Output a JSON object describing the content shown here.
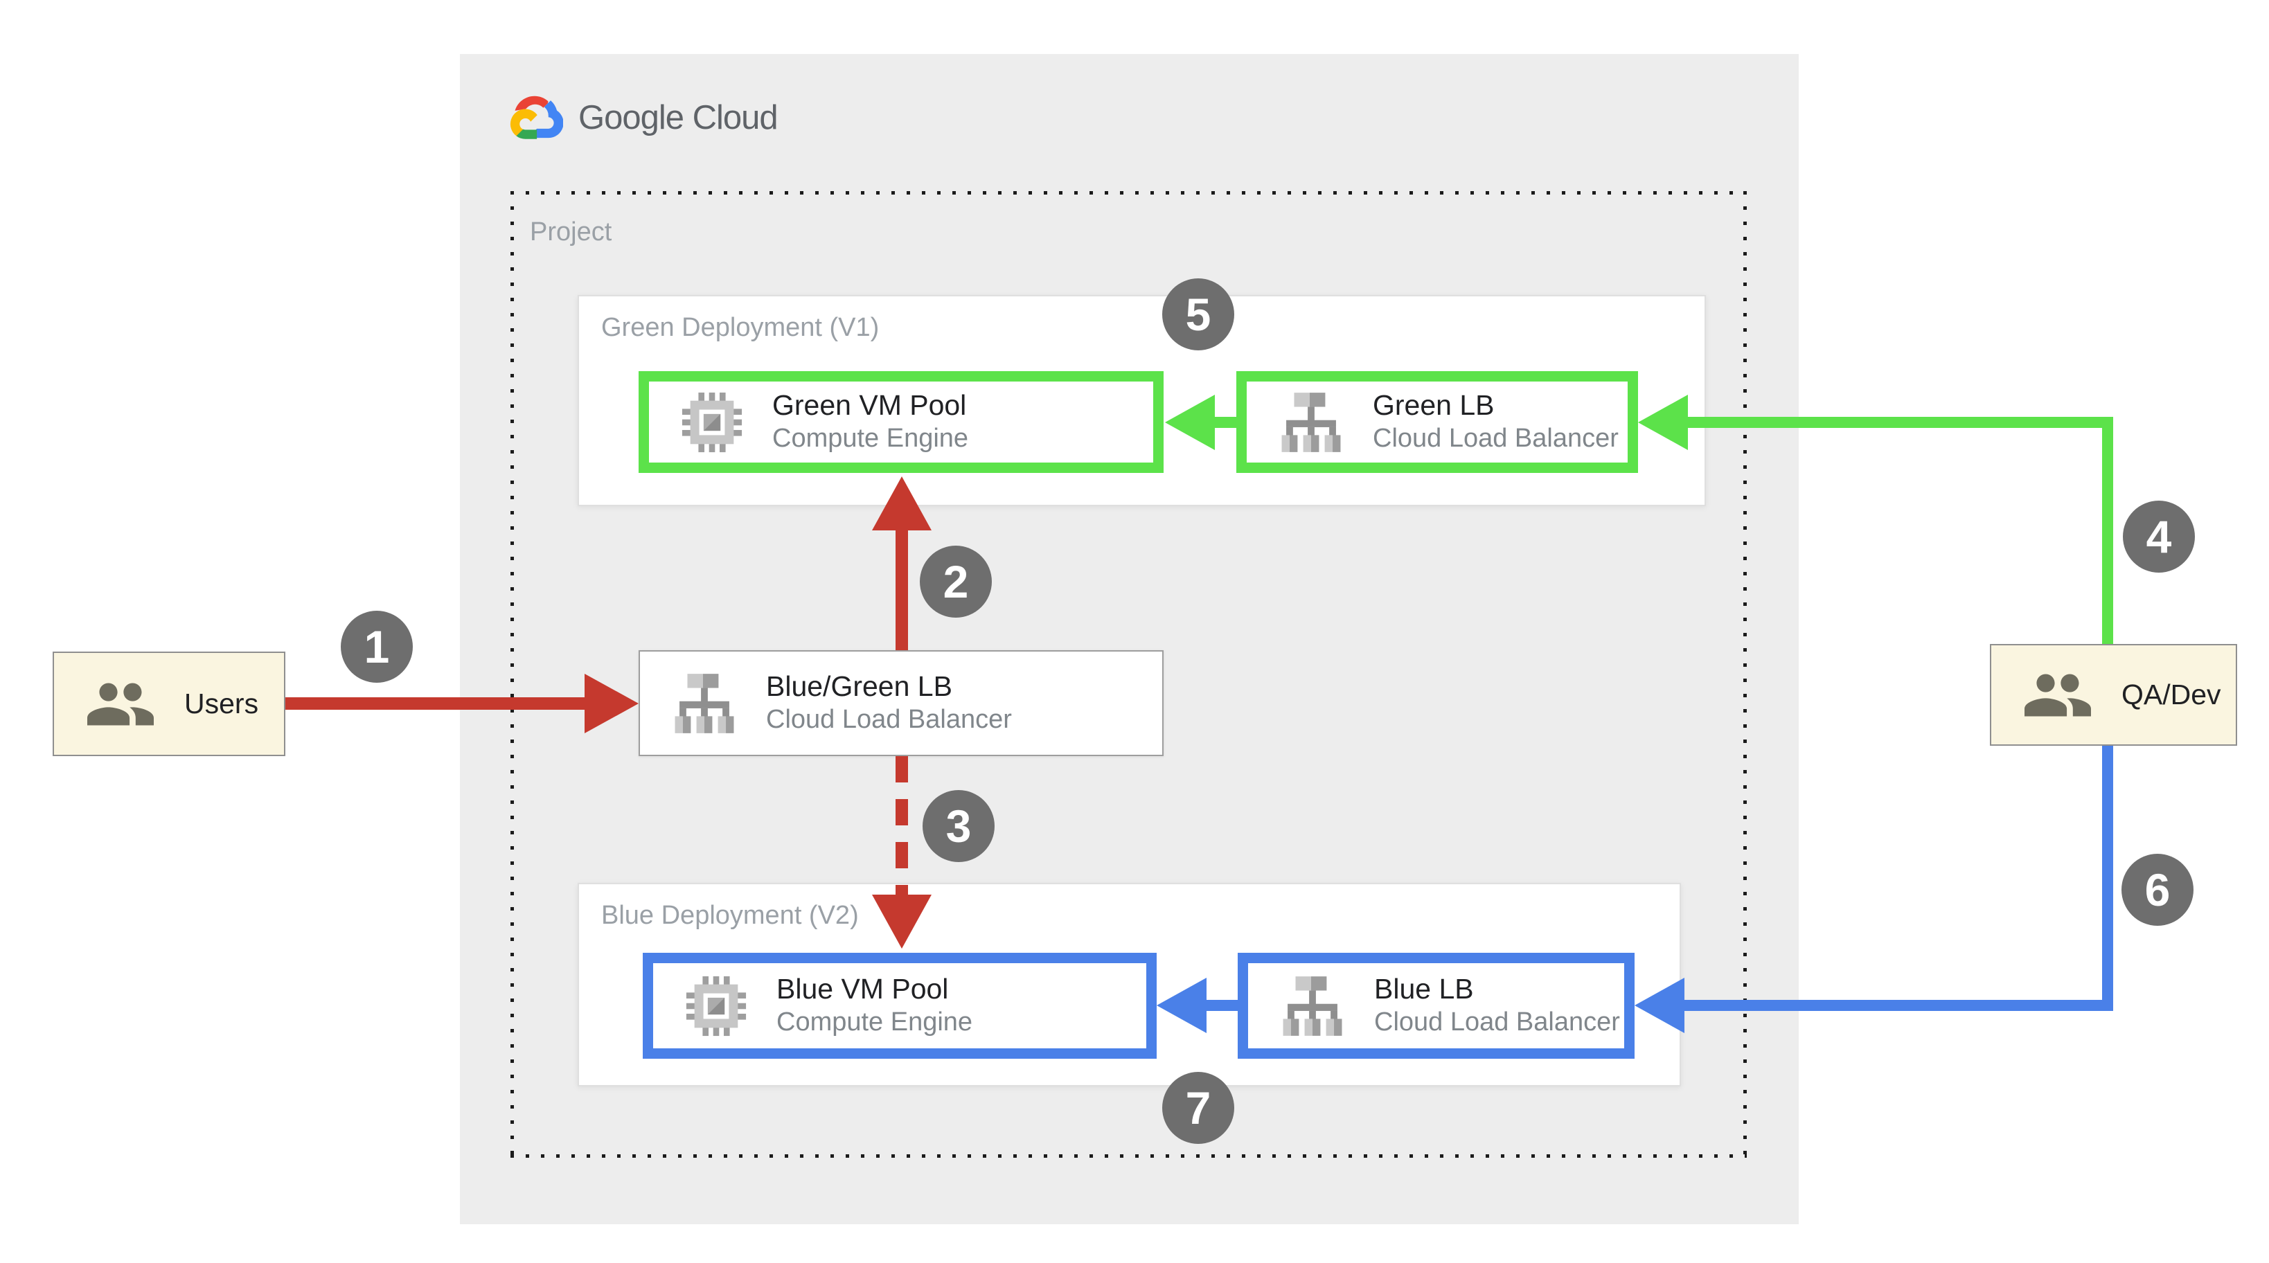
{
  "brand": {
    "wordmark": "Google Cloud"
  },
  "project": {
    "label": "Project"
  },
  "deployments": [
    {
      "label": "Green Deployment (V1)",
      "nodes": [
        {
          "title": "Green VM Pool",
          "subtitle": "Compute Engine",
          "icon": "compute-engine-icon"
        },
        {
          "title": "Green LB",
          "subtitle": "Cloud Load Balancer",
          "icon": "load-balancer-icon"
        }
      ]
    },
    {
      "label": "Blue Deployment (V2)",
      "nodes": [
        {
          "title": "Blue VM Pool",
          "subtitle": "Compute Engine",
          "icon": "compute-engine-icon"
        },
        {
          "title": "Blue LB",
          "subtitle": "Cloud Load Balancer",
          "icon": "load-balancer-icon"
        }
      ]
    }
  ],
  "router": {
    "title": "Blue/Green LB",
    "subtitle": "Cloud Load Balancer",
    "icon": "load-balancer-icon"
  },
  "actors": [
    {
      "label": "Users",
      "icon": "people-icon"
    },
    {
      "label": "QA/Dev",
      "icon": "people-icon"
    }
  ],
  "steps": [
    "1",
    "2",
    "3",
    "4",
    "5",
    "6",
    "7"
  ],
  "colors": {
    "green": "#5CE24A",
    "blue": "#4A80E8",
    "red": "#C5392E",
    "badge": "#6E6E6E",
    "panel": "#EDEDED",
    "gcp_logo_red": "#EA4335",
    "gcp_logo_blue": "#4285F4",
    "gcp_logo_green": "#34A853",
    "gcp_logo_yellow": "#FBBC05"
  }
}
